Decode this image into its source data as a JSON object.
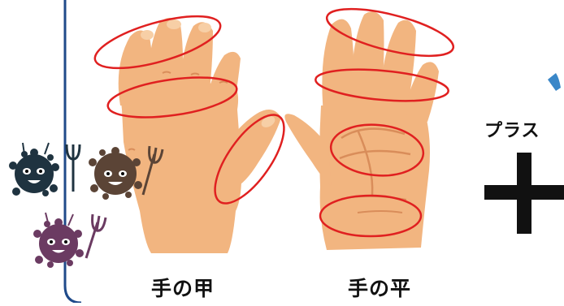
{
  "labels": {
    "back_of_hand": "手の甲",
    "palm": "手の平",
    "plus_text": "プラス"
  },
  "colors": {
    "skin": "#f2b580",
    "skin_shadow": "#e39d63",
    "skin_line": "#d98d5a",
    "highlight_ellipse": "#e02020",
    "frame_line": "#1f4a8a",
    "arrow": "#3a87c8",
    "germ_teal": "#1f3340",
    "germ_brown": "#5b4436",
    "germ_purple": "#6b3b62",
    "plus": "#111111"
  },
  "icons": [
    "germ-icon",
    "trident-icon",
    "plus-icon"
  ]
}
